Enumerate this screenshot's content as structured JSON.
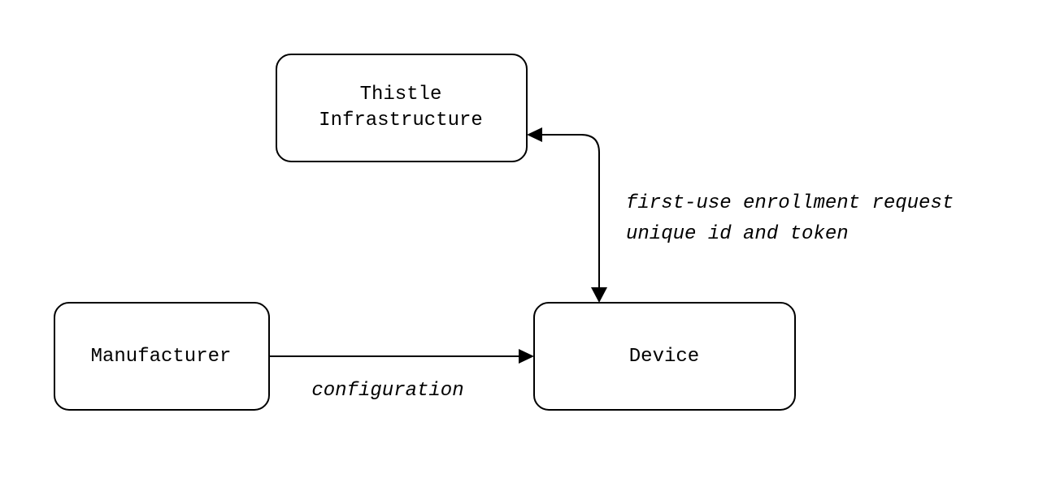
{
  "nodes": {
    "thistle": {
      "line1": "Thistle",
      "line2": "Infrastructure"
    },
    "manufacturer": {
      "label": "Manufacturer"
    },
    "device": {
      "label": "Device"
    }
  },
  "edges": {
    "enrollment": {
      "label_line1": "first-use enrollment request",
      "label_line2": "unique id and token"
    },
    "configuration": {
      "label": "configuration"
    }
  }
}
